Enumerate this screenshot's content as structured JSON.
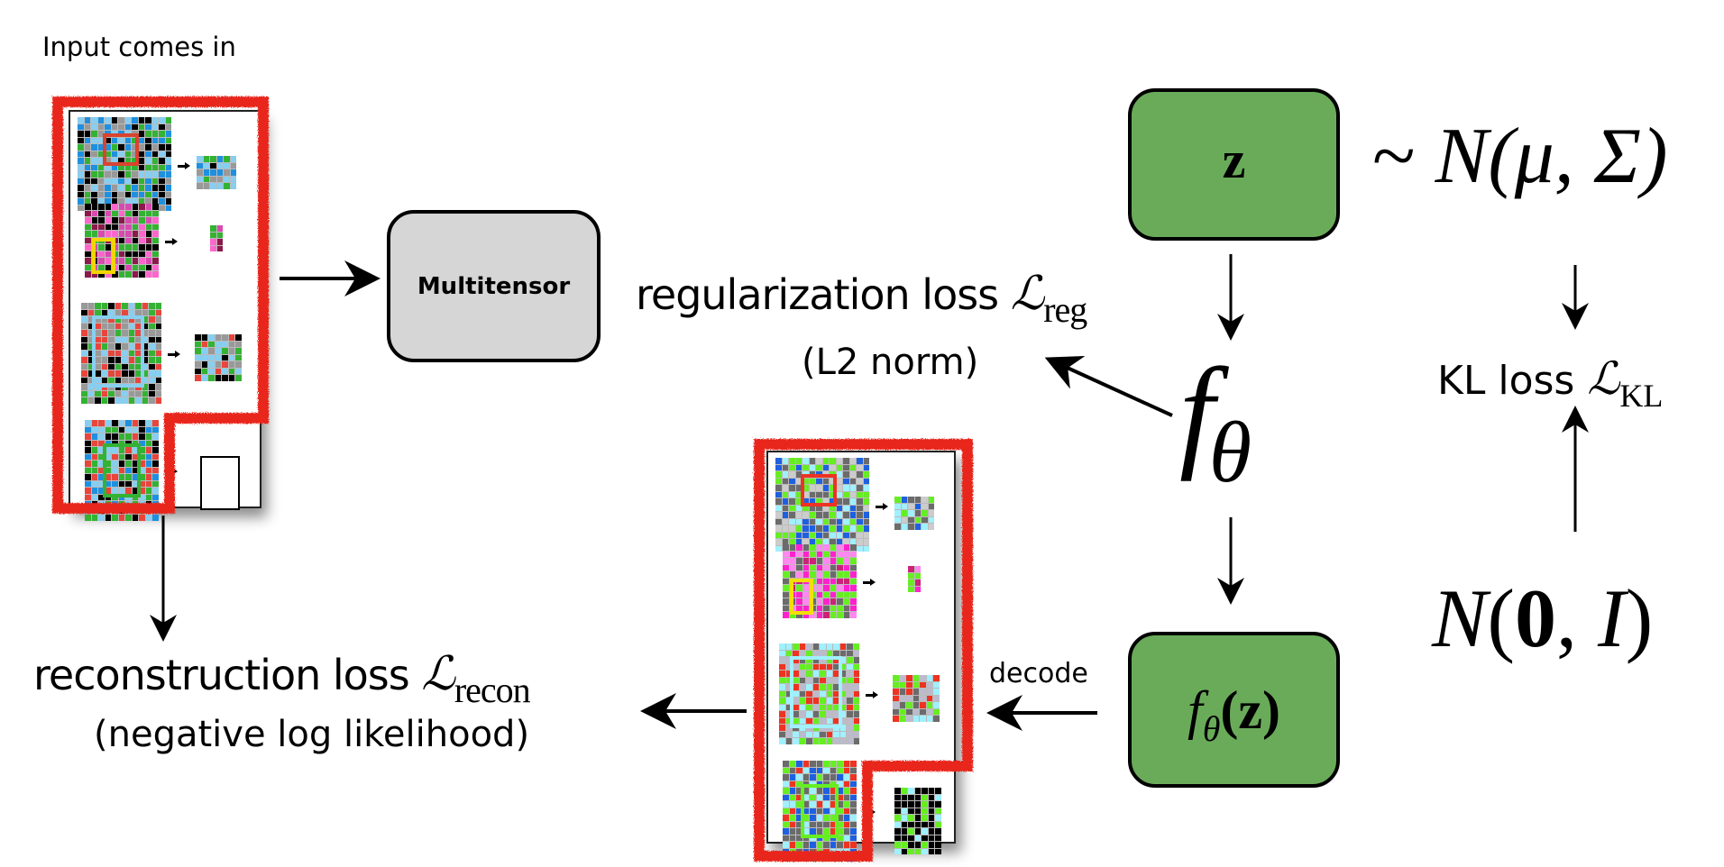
{
  "header": {
    "input_label": "Input comes in"
  },
  "nodes": {
    "multitensor": "Multitensor",
    "latent": "z",
    "latent_dist": {
      "prefix": "~ ",
      "name": "N",
      "args": "(μ, Σ)"
    },
    "decoder": {
      "f": "f",
      "sub": "θ"
    },
    "decoded": {
      "f": "f",
      "sub": "θ",
      "arg": "(z)"
    },
    "prior": {
      "name": "N",
      "open": "(",
      "zero": "0",
      "sep": ", ",
      "I": "I",
      "close": ")"
    }
  },
  "losses": {
    "regularization": {
      "text": "regularization loss ",
      "symbol": "ℒ",
      "sub": "reg",
      "note": "(L2 norm)"
    },
    "reconstruction": {
      "text": "reconstruction loss ",
      "symbol": "ℒ",
      "sub": "recon",
      "note": "(negative log likelihood)"
    },
    "kl": {
      "text": "KL loss ",
      "symbol": "ℒ",
      "sub": "KL"
    }
  },
  "edges": {
    "decode_label": "decode"
  },
  "colors": {
    "latent_box": "#6aab5a",
    "multitensor_box": "#d6d6d6",
    "highlight_outline": "#e8251a"
  },
  "puzzle_panels": {
    "input": {
      "examples": [
        {
          "palette": [
            "#000000",
            "#34b233",
            "#1e90e0",
            "#87cef0",
            "#999999"
          ],
          "highlight": "#d9432f"
        },
        {
          "palette": [
            "#000000",
            "#d84ab0",
            "#8b1a4a",
            "#34b233",
            "#ff66cc"
          ],
          "highlight": "#f2d500"
        },
        {
          "palette": [
            "#000000",
            "#34b233",
            "#999999",
            "#e8453c",
            "#87cef0"
          ],
          "highlight": "#87cef0"
        },
        {
          "palette": [
            "#000000",
            "#1e90e0",
            "#87cef0",
            "#34b233",
            "#e8453c"
          ],
          "highlight": "#34b233"
        }
      ]
    },
    "output": {
      "examples": [
        {
          "palette": [
            "#6b6b6b",
            "#66ee22",
            "#1e60e0",
            "#a0f0ff",
            "#cccccc"
          ],
          "highlight": "#ee3322"
        },
        {
          "palette": [
            "#6b6b6b",
            "#ff22cc",
            "#66ee22",
            "#cc2277",
            "#ff88ee"
          ],
          "highlight": "#f2e000"
        },
        {
          "palette": [
            "#6b6b6b",
            "#bbbbcc",
            "#ee3322",
            "#66ee22",
            "#a0f0ff"
          ],
          "highlight": "#a0f0ff"
        },
        {
          "palette": [
            "#6b6b6b",
            "#1e60e0",
            "#a0f0ff",
            "#66ee22",
            "#ee3322"
          ],
          "highlight": "#66ee22"
        }
      ]
    }
  }
}
